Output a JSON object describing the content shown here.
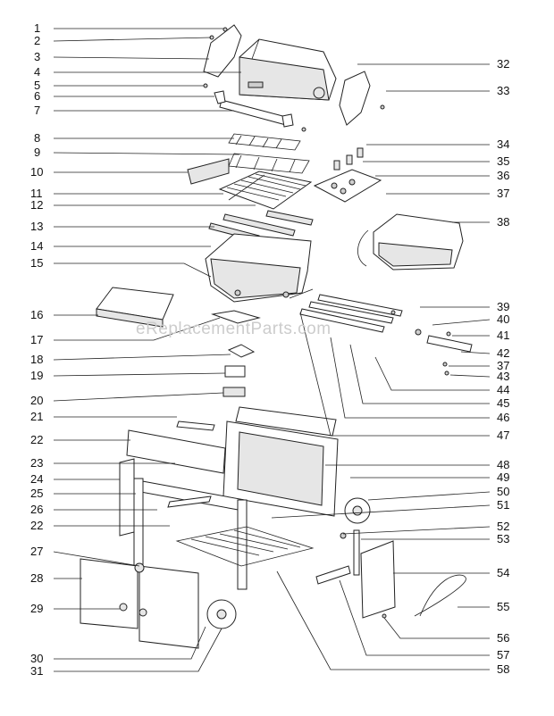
{
  "watermark": "eReplacementParts.com",
  "callouts_left": [
    "1",
    "2",
    "3",
    "4",
    "5",
    "6",
    "7",
    "8",
    "9",
    "10",
    "11",
    "12",
    "13",
    "14",
    "15",
    "16",
    "17",
    "18",
    "19",
    "20",
    "21",
    "22",
    "23",
    "24",
    "25",
    "26",
    "22",
    "27",
    "28",
    "29",
    "30",
    "31"
  ],
  "callouts_right": [
    "32",
    "33",
    "34",
    "35",
    "36",
    "37",
    "38",
    "39",
    "40",
    "41",
    "42",
    "37",
    "43",
    "44",
    "45",
    "46",
    "47",
    "48",
    "49",
    "50",
    "51",
    "52",
    "53",
    "54",
    "55",
    "56",
    "57",
    "58"
  ]
}
